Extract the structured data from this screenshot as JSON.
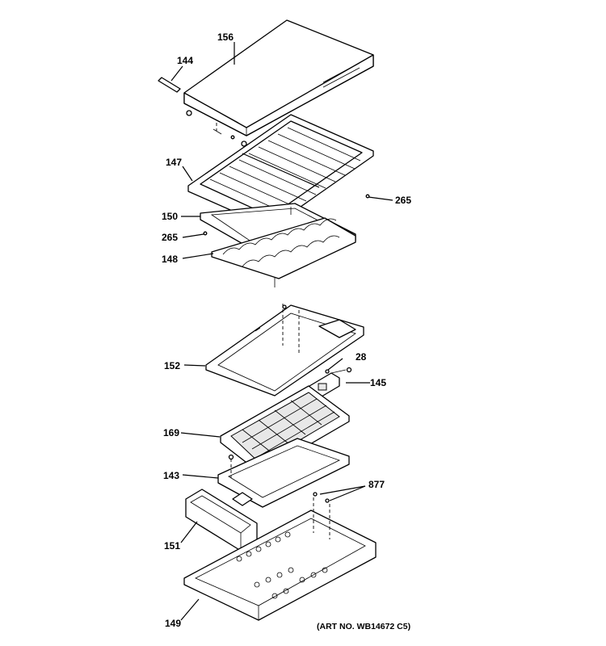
{
  "parts": [
    {
      "id": "156",
      "label": "156"
    },
    {
      "id": "144",
      "label": "144"
    },
    {
      "id": "147",
      "label": "147"
    },
    {
      "id": "265a",
      "label": "265"
    },
    {
      "id": "150",
      "label": "150"
    },
    {
      "id": "265b",
      "label": "265"
    },
    {
      "id": "148",
      "label": "148"
    },
    {
      "id": "152",
      "label": "152"
    },
    {
      "id": "28",
      "label": "28"
    },
    {
      "id": "145",
      "label": "145"
    },
    {
      "id": "169",
      "label": "169"
    },
    {
      "id": "143",
      "label": "143"
    },
    {
      "id": "877",
      "label": "877"
    },
    {
      "id": "151",
      "label": "151"
    },
    {
      "id": "149",
      "label": "149"
    }
  ],
  "art_number": "(ART NO. WB14672 C5)"
}
